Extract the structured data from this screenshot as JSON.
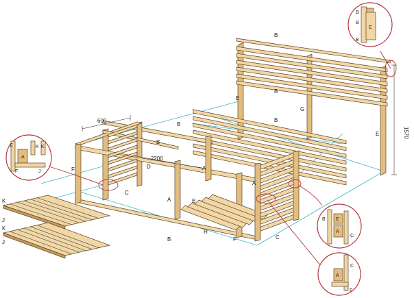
{
  "colors": {
    "wood_light": "#f1d7a6",
    "wood_mid": "#e3bd7e",
    "wood_dark": "#c99a5a",
    "outline": "#5b4328",
    "guide_line": "#3fb7c4",
    "callout_line": "#b5323a",
    "circle_border": "#b5323a"
  },
  "dimensions": {
    "length": "2200",
    "depth": "600",
    "height": "1570"
  },
  "part_labels": {
    "A": "A",
    "B": "B",
    "C": "C",
    "D": "D",
    "E": "E",
    "F": "F",
    "G": "G",
    "H": "H",
    "J": "J",
    "K": "K"
  },
  "details": {
    "top_right": [
      "B",
      "B",
      "B",
      "E"
    ],
    "left": [
      "C",
      "K",
      "K",
      "A",
      "F",
      "J"
    ],
    "mid_right": [
      "B",
      "E",
      "A",
      "C"
    ],
    "bottom_right": [
      "C",
      "A",
      "F"
    ]
  }
}
